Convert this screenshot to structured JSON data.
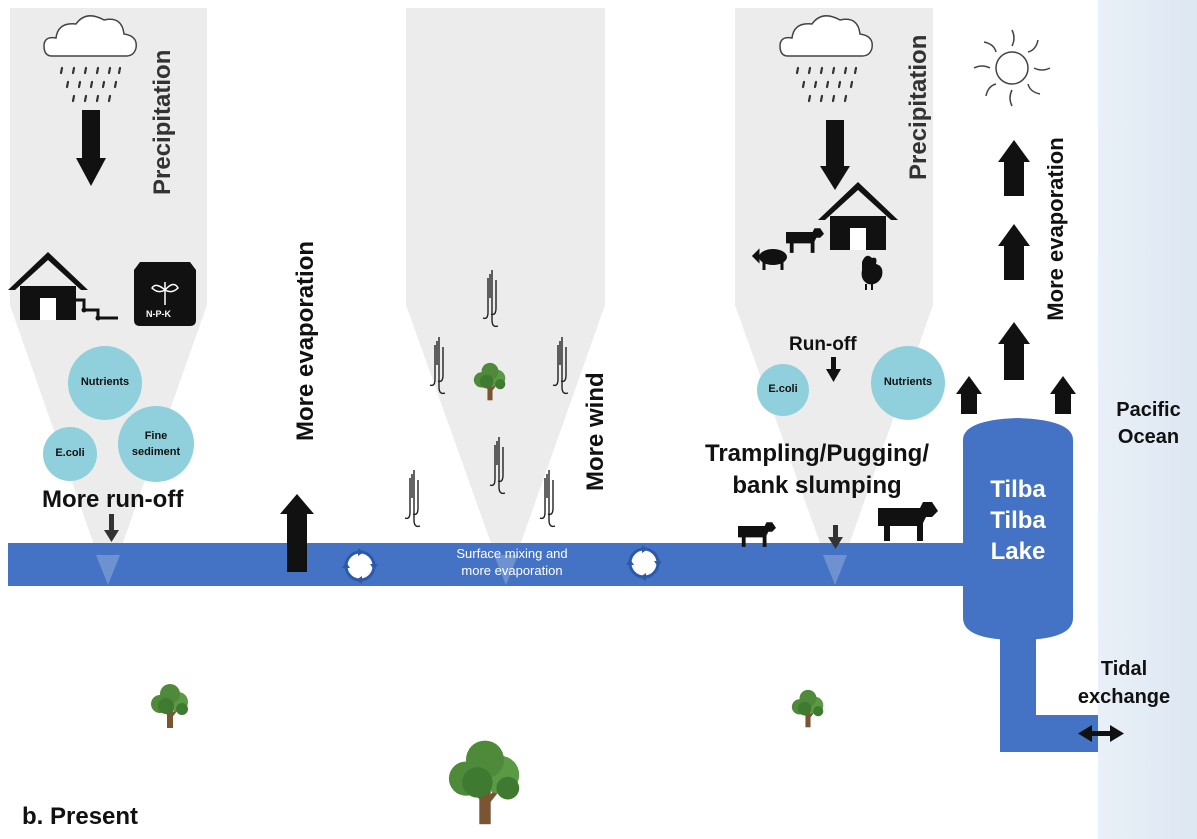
{
  "panel_label": "b. Present",
  "ocean_label": "Pacific Ocean",
  "ocean_label_lines": [
    "Pacific",
    "Ocean"
  ],
  "lake_label_lines": [
    "Tilba",
    "Tilba",
    "Lake"
  ],
  "tidal_label_lines": [
    "Tidal",
    "exchange"
  ],
  "left_zone": {
    "process": "Precipitation",
    "fertiliser_label": "N-P-K",
    "bubbles": [
      "Nutrients",
      "E.coli",
      "Fine sediment"
    ],
    "bubble_fine_lines": [
      "Fine",
      "sediment"
    ],
    "runoff_label": "More run-off"
  },
  "evaporation_left": "More evaporation",
  "middle_zone": {
    "wind_label": "More wind",
    "mixing_lines": [
      "Surface mixing and",
      "more evaporation"
    ]
  },
  "right_zone": {
    "process": "Precipitation",
    "runoff_label": "Run-off",
    "bubbles": [
      "E.coli",
      "Nutrients"
    ],
    "trampling_lines": [
      "Trampling/Pugging/",
      "bank slumping"
    ]
  },
  "evaporation_right": "More evaporation",
  "colors": {
    "water": "#4472c4",
    "bubble": "#8fd0dc",
    "funnel": "#ececec",
    "ocean": "#e6eef6",
    "arrow": "#111111",
    "tree_leaf": "#4e8a3a",
    "tree_trunk": "#7a5533"
  }
}
